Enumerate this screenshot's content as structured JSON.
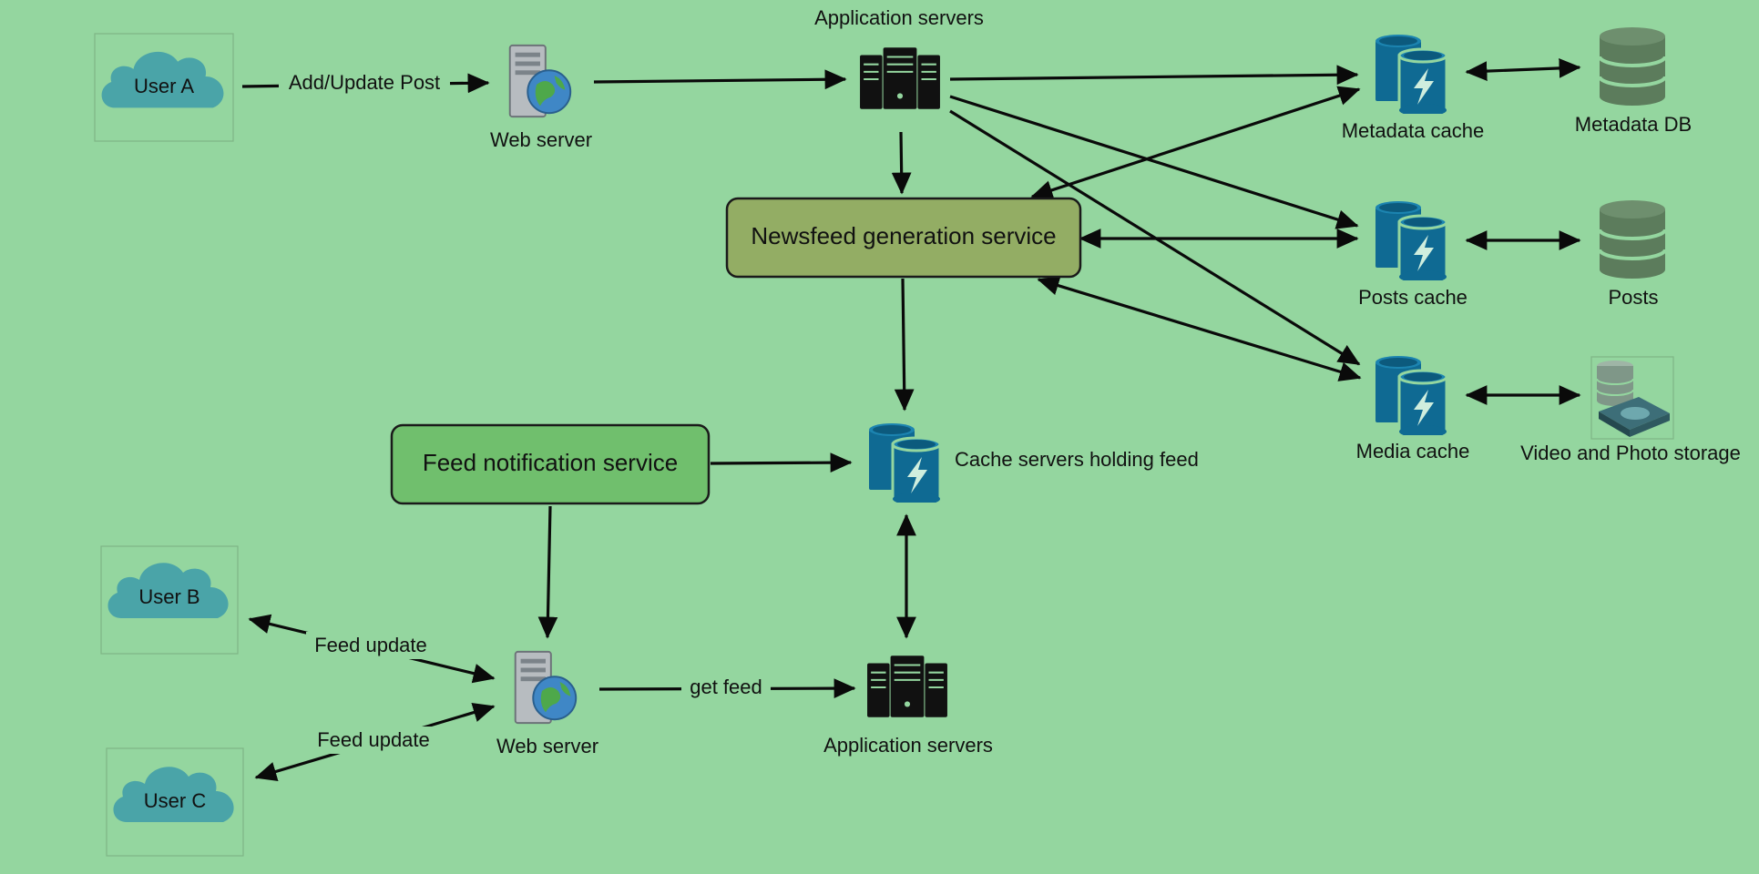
{
  "nodes": {
    "user_a": "User A",
    "user_b": "User B",
    "user_c": "User C",
    "web_server_top": "Web server",
    "web_server_bottom": "Web server",
    "app_servers_top": "Application servers",
    "app_servers_bottom": "Application servers",
    "newsfeed_service": "Newsfeed generation service",
    "feed_notification_service": "Feed notification service",
    "feed_cache": "Cache servers holding feed",
    "metadata_cache": "Metadata cache",
    "posts_cache": "Posts cache",
    "media_cache": "Media cache",
    "metadata_db": "Metadata DB",
    "posts_db": "Posts",
    "media_storage": "Video and Photo storage"
  },
  "edges": {
    "add_update_post": "Add/Update Post",
    "feed_update_b": "Feed update",
    "feed_update_c": "Feed update",
    "get_feed": "get feed"
  },
  "colors": {
    "background": "#94d69f",
    "cloud": "#4aa4a8",
    "cache": "#0f6a93",
    "database": "#5c7c5c",
    "newsfeed_box": "#93ad64",
    "notification_box": "#70bf6d",
    "arrow": "#0a0a0a"
  },
  "icons": {
    "user": "cloud-icon",
    "web_server": "web-server-globe-icon",
    "app_servers": "server-rack-icon",
    "cache": "cache-cylinder-lightning-icon",
    "database": "database-stack-icon",
    "storage": "storage-drive-icon"
  }
}
